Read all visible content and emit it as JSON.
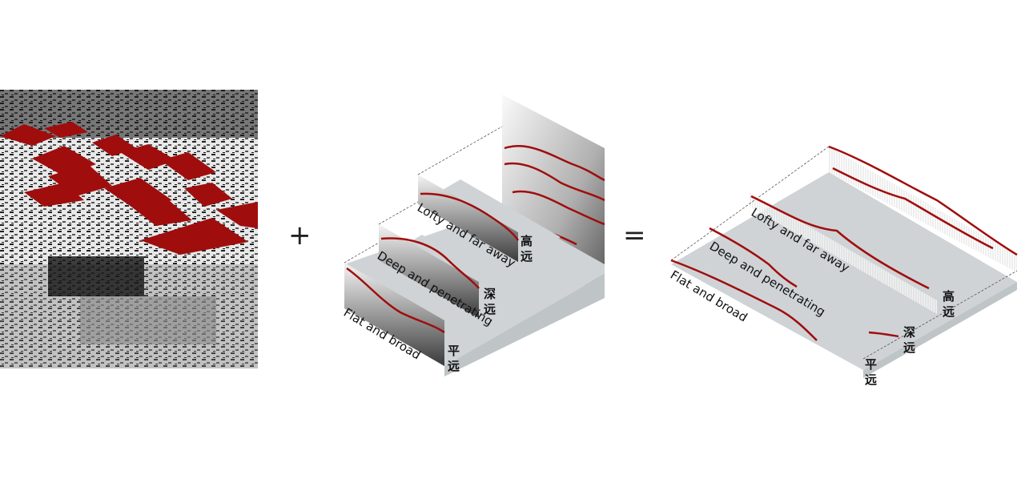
{
  "operators": {
    "plus": "+",
    "equals": "="
  },
  "middle_diagram": {
    "labels": {
      "flat": "Flat and broad",
      "deep": "Deep and penetrating",
      "lofty": "Lofty and far away"
    },
    "chinese": {
      "flat": [
        "平",
        "远"
      ],
      "deep": [
        "深",
        "远"
      ],
      "lofty": [
        "高",
        "远"
      ]
    }
  },
  "right_diagram": {
    "labels": {
      "flat": "Flat and broad",
      "deep": "Deep and penetrating",
      "lofty": "Lofty and far away"
    },
    "chinese": {
      "flat": [
        "平",
        "远"
      ],
      "deep": [
        "深",
        "远"
      ],
      "lofty": [
        "高",
        "远"
      ]
    }
  },
  "colors": {
    "roof_red": "#a00d0d",
    "slab_gray": "#cfd3d6"
  }
}
